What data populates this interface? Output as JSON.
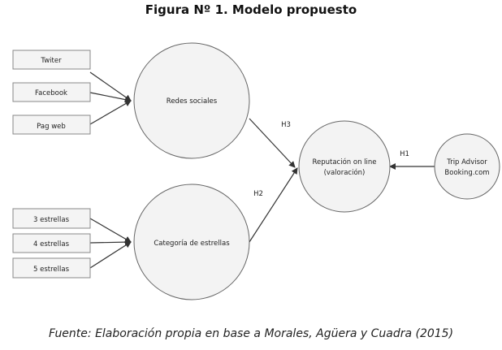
{
  "title": "Figura Nº 1. Modelo propuesto",
  "caption": "Fuente: Elaboración propia en base a Morales, Agüera y Cuadra (2015)",
  "nodes": {
    "twiter": "Twiter",
    "facebook": "Facebook",
    "pag_web": "Pag web",
    "redes_sociales": "Redes sociales",
    "tres_estrellas": "3 estrellas",
    "cuatro_estrellas": "4 estrellas",
    "cinco_estrellas": "5 estrellas",
    "categoria": "Categoría de estrellas",
    "reputacion_line1": "Reputación on line",
    "reputacion_line2": "(valoración)",
    "trip_line1": "Trip Advisor",
    "trip_line2": "Booking.com"
  },
  "hypotheses": {
    "h1": "H1",
    "h2": "H2",
    "h3": "H3"
  }
}
